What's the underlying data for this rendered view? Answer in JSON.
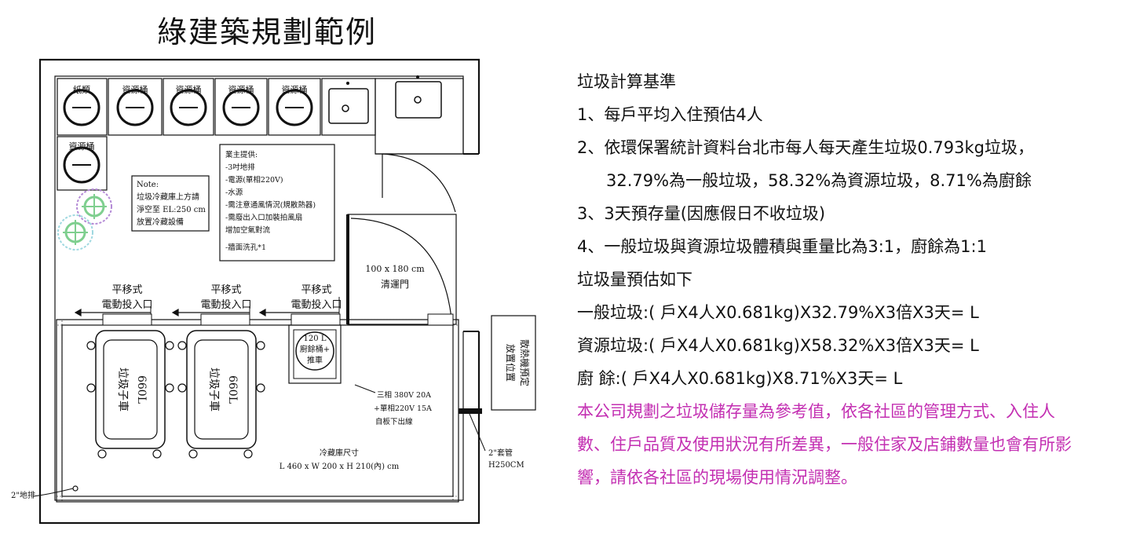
{
  "title": "綠建築規劃範例",
  "bins_top": [
    "紙類",
    "資源桶",
    "資源桶",
    "資源桶",
    "資源桶"
  ],
  "bin_left": "資源桶",
  "note_lines": [
    "Note:",
    "垃圾冷藏庫上方請",
    "淨空至 EL:250 cm",
    "放置冷藏設備"
  ],
  "provide_lines": [
    "業主提供:",
    "-3吋地排",
    "-電源(單相220V)",
    "-水源",
    "-需注意通風情況(規散熱器)",
    "-需廢出入口加裝拍風扇",
    "  增加空氣對流",
    "-牆面洗孔*1"
  ],
  "door_lines": [
    "100 x 180 cm",
    "清運門"
  ],
  "inlets": [
    {
      "line1": "平移式",
      "line2": "電動投入口"
    },
    {
      "line1": "平移式",
      "line2": "電動投入口"
    },
    {
      "line1": "平移式",
      "line2": "電動投入口"
    }
  ],
  "kitchen_bin": [
    "120 L",
    "廚餘桶+",
    "推車"
  ],
  "carts": [
    {
      "l1": "垃圾子車",
      "l2": "660L"
    },
    {
      "l1": "垃圾子車",
      "l2": "660L"
    }
  ],
  "power_lines": [
    "三相 380V 20A",
    "+單相220V 15A",
    "自板下出線"
  ],
  "cooler_lines": [
    "冷藏庫尺寸",
    "L 460 x W 200 x H 210(內) cm"
  ],
  "pipe_lines": [
    "2\"套管",
    "H250CM"
  ],
  "drain_label": "2\"地排",
  "outdoor_unit": [
    "散熱機預定",
    "放置位置"
  ],
  "right_text": {
    "heading": "垃圾計算基準",
    "rule1": "1、每戶平均入住預估4人",
    "rule2a": "2、依環保署統計資料台北市每人每天產生垃圾0.793kg垃圾，",
    "rule2b": "32.79%為一般垃圾，58.32%為資源垃圾，8.71%為廚餘",
    "rule3": "3、3天預存量(因應假日不收垃圾)",
    "rule4": "4、一般垃圾與資源垃圾體積與重量比為3:1，廚餘為1:1",
    "estimate_heading": "垃圾量預估如下",
    "calc1": "一般垃圾:( 戶X4人X0.681kg)X32.79%X3倍X3天= L",
    "calc2": "資源垃圾:( 戶X4人X0.681kg)X58.32%X3倍X3天= L",
    "calc3": "廚  餘:( 戶X4人X0.681kg)X8.71%X3天= L",
    "note1": "本公司規劃之垃圾儲存量為參考值，依各社區的管理方式、入住人",
    "note2": "數、住戶品質及使用狀況有所差異，一般住家及店鋪數量也會有所影",
    "note3": "響，請依各社區的現場使用情況調整。"
  },
  "colors": {
    "note_text": "#c32fb2",
    "plant_purple": "#b48ad6",
    "plant_green": "#7fcf8f"
  }
}
